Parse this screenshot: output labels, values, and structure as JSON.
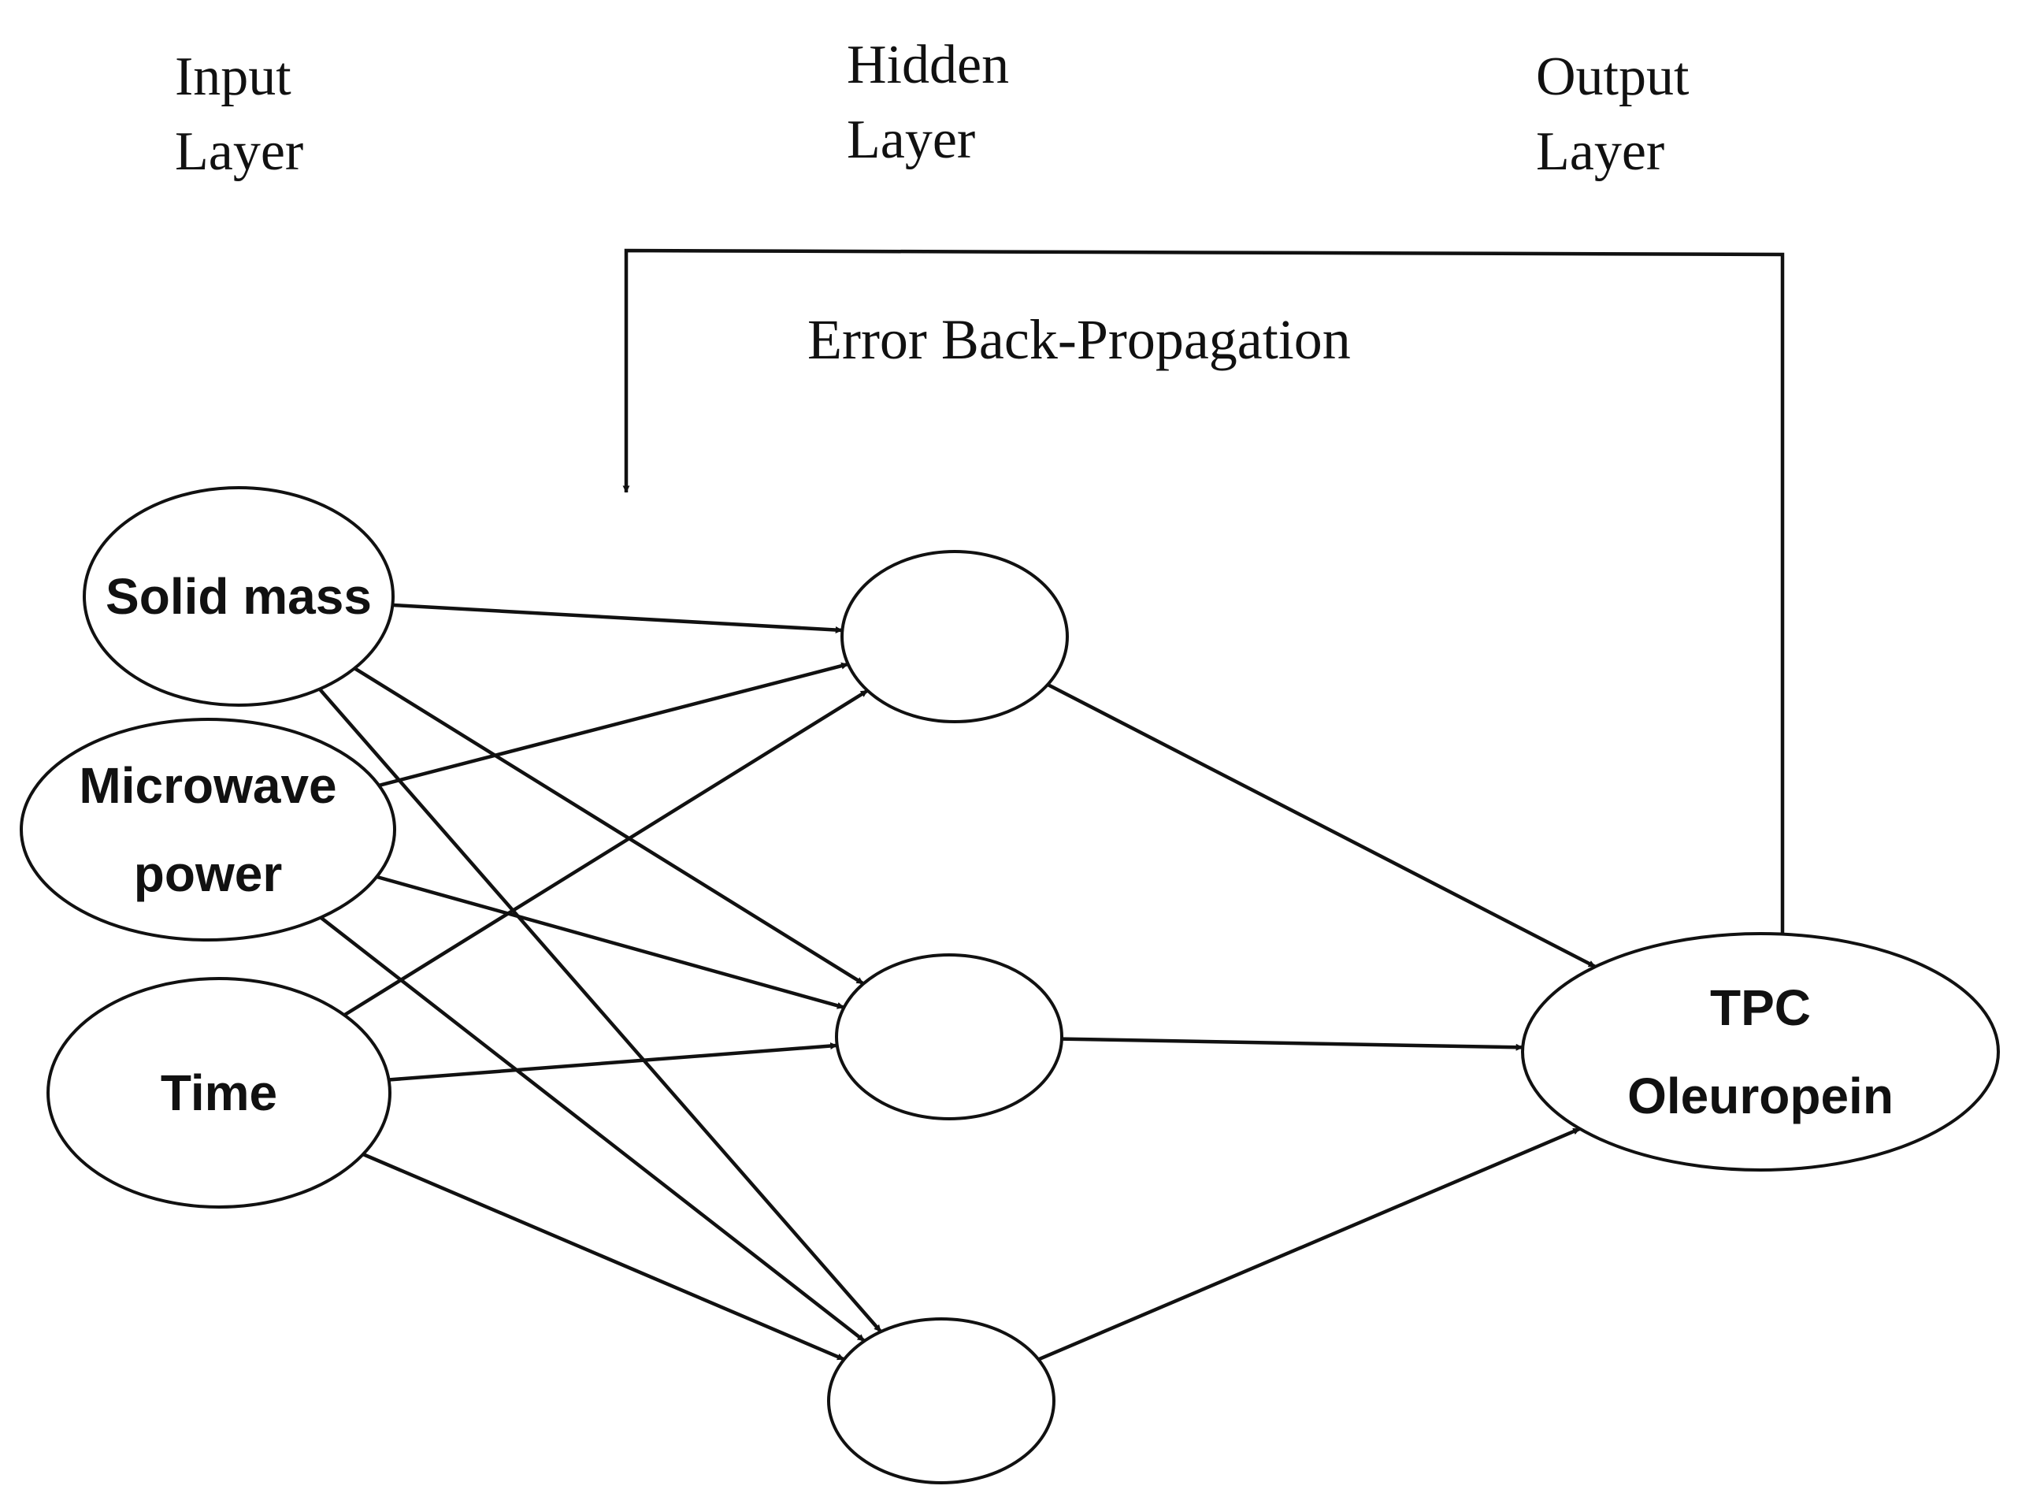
{
  "layers": {
    "input": [
      "Input",
      "Layer"
    ],
    "hidden": [
      "Hidden",
      "Layer"
    ],
    "output": [
      "Output",
      "Layer"
    ]
  },
  "feedback": {
    "label": "Error Back-Propagation"
  },
  "nodes": {
    "input": [
      {
        "id": "solid-mass",
        "lines": [
          "Solid mass"
        ]
      },
      {
        "id": "microwave-power",
        "lines": [
          "Microwave",
          "power"
        ]
      },
      {
        "id": "time",
        "lines": [
          "Time"
        ]
      }
    ],
    "hidden": [
      {
        "id": "h1",
        "lines": []
      },
      {
        "id": "h2",
        "lines": []
      },
      {
        "id": "h3",
        "lines": []
      }
    ],
    "output": [
      {
        "id": "tpc-oleuropein",
        "lines": [
          "TPC",
          "Oleuropein"
        ]
      }
    ]
  },
  "connections": [
    [
      "solid-mass",
      "h1"
    ],
    [
      "solid-mass",
      "h2"
    ],
    [
      "solid-mass",
      "h3"
    ],
    [
      "microwave-power",
      "h1"
    ],
    [
      "microwave-power",
      "h2"
    ],
    [
      "microwave-power",
      "h3"
    ],
    [
      "time",
      "h1"
    ],
    [
      "time",
      "h2"
    ],
    [
      "time",
      "h3"
    ],
    [
      "h1",
      "tpc-oleuropein"
    ],
    [
      "h2",
      "tpc-oleuropein"
    ],
    [
      "h3",
      "tpc-oleuropein"
    ]
  ]
}
